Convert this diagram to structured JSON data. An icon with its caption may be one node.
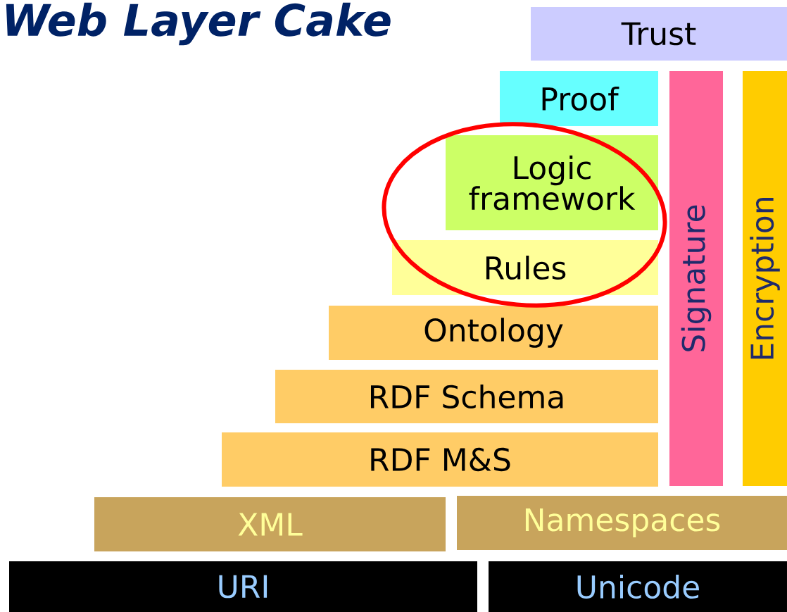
{
  "diagram": {
    "title": "Web Layer Cake",
    "nodes": [
      {
        "text": [
          "Trust"
        ]
      },
      {
        "text": [
          "Proof"
        ]
      },
      {
        "text": [
          "Logic framework"
        ]
      },
      {
        "text": [
          "Rules"
        ]
      },
      {
        "text": [
          "Ontology"
        ]
      },
      {
        "text": [
          "RDF Schema"
        ]
      },
      {
        "text": [
          "RDF M&S"
        ]
      },
      {
        "text": [
          "Signature"
        ]
      },
      {
        "text": [
          "Encryption"
        ]
      },
      {
        "text": [
          "XML"
        ]
      },
      {
        "text": [
          "Namespaces"
        ]
      },
      {
        "text": [
          "URI"
        ]
      },
      {
        "text": [
          "Unicode"
        ]
      }
    ]
  }
}
